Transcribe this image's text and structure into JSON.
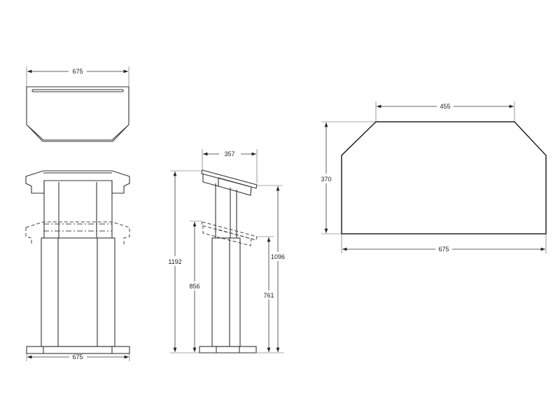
{
  "drawing": {
    "top_view": {
      "width_label": "675"
    },
    "front_view": {
      "width_label": "675"
    },
    "side_view": {
      "depth_label": "357",
      "max_height_label": "1192",
      "min_height_label": "856",
      "max_front_height_label": "1096",
      "min_front_height_label": "761"
    },
    "desk_plan": {
      "top_width_label": "455",
      "depth_label": "370",
      "bottom_width_label": "675"
    }
  }
}
